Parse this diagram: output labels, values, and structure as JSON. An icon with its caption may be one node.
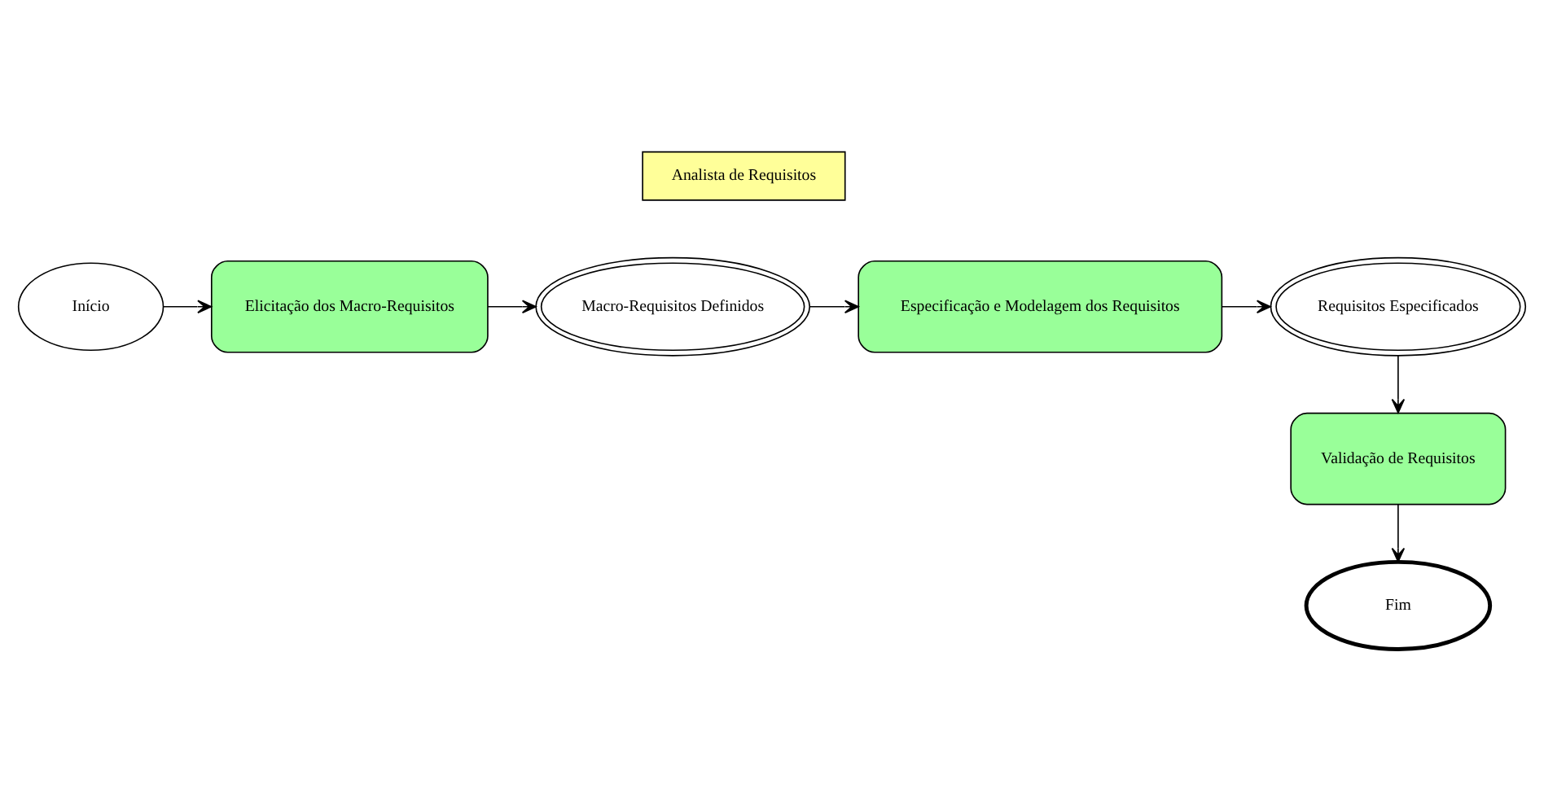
{
  "diagram": {
    "nodes": [
      {
        "text": [
          "Analista de Requisitos"
        ]
      },
      {
        "text": [
          "Início"
        ]
      },
      {
        "text": [
          "Elicitação dos Macro-Requisitos"
        ]
      },
      {
        "text": [
          "Macro-Requisitos Definidos"
        ]
      },
      {
        "text": [
          "Especificação e Modelagem dos Requisitos"
        ]
      },
      {
        "text": [
          "Requisitos Especificados"
        ]
      },
      {
        "text": [
          "Validação de Requisitos"
        ]
      },
      {
        "text": [
          "Fim"
        ]
      }
    ],
    "edges": [
      {
        "from": 1,
        "to": 2,
        "arrow": "to"
      },
      {
        "from": 2,
        "to": 3,
        "arrow": "to"
      },
      {
        "from": 3,
        "to": 4,
        "arrow": "to"
      },
      {
        "from": 4,
        "to": 5,
        "arrow": "to"
      },
      {
        "from": 5,
        "to": 6,
        "arrow": "to"
      },
      {
        "from": 6,
        "to": 7,
        "arrow": "to"
      }
    ]
  }
}
